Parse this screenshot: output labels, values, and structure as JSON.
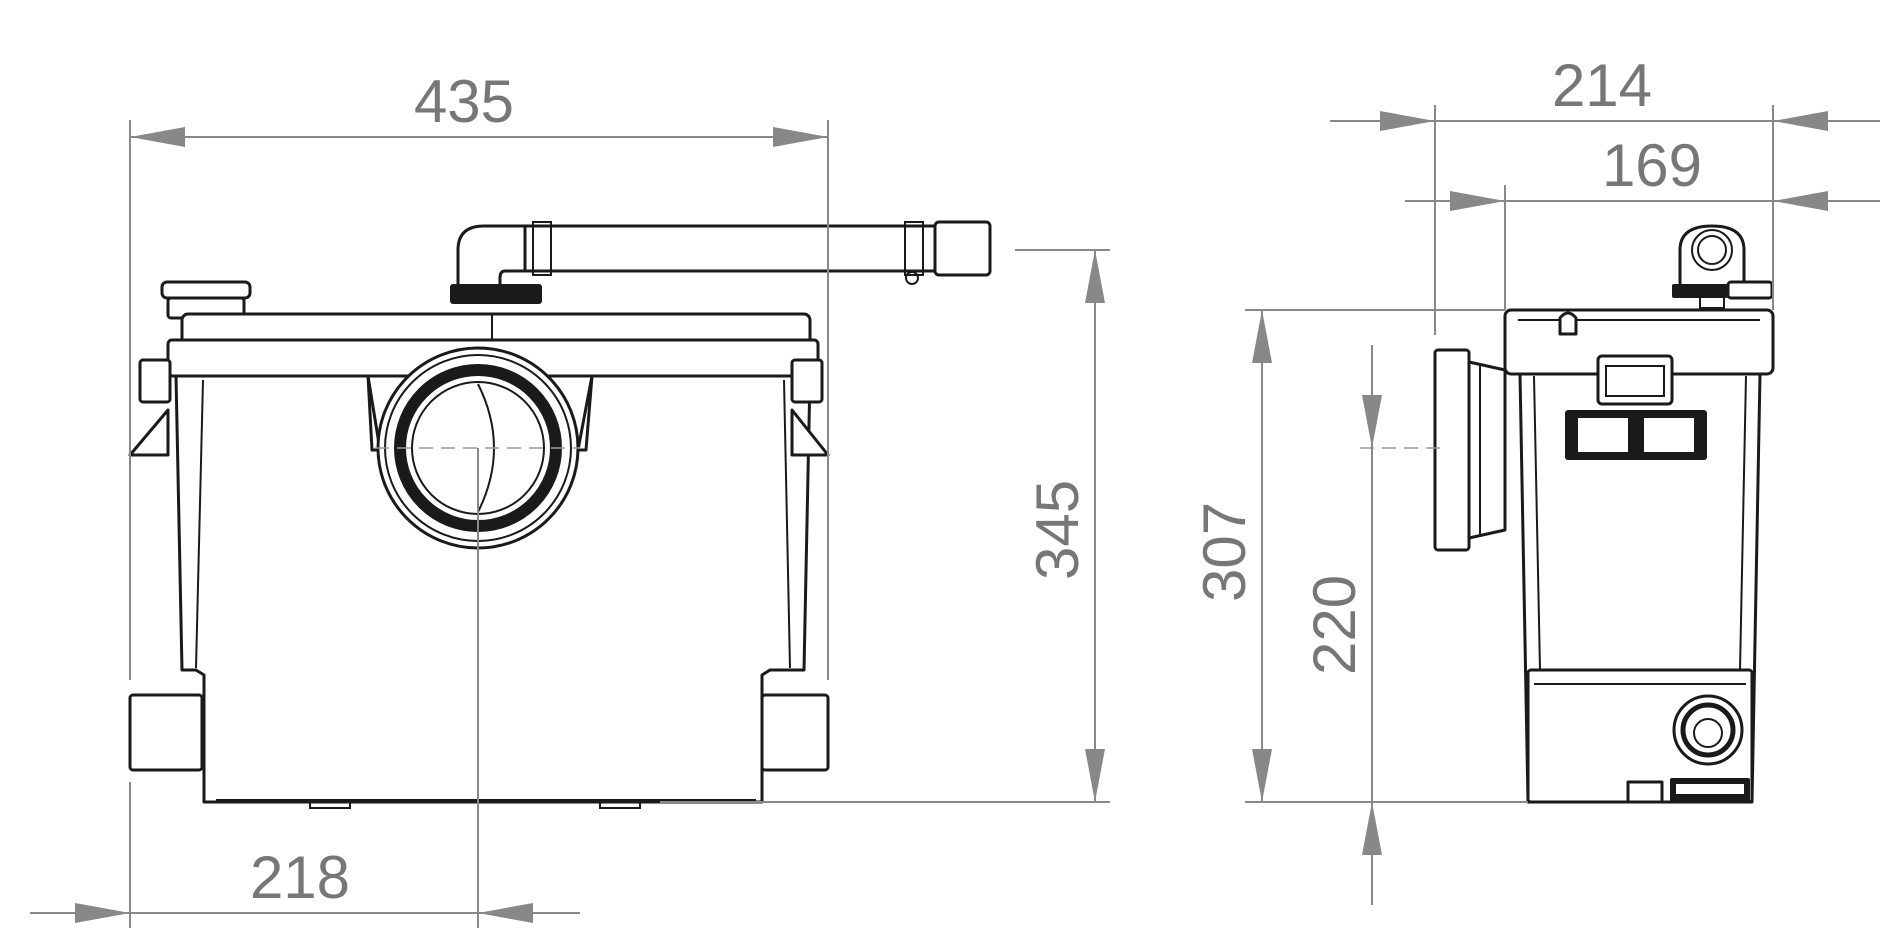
{
  "drawing": {
    "dimensions": {
      "front_width": "435",
      "front_height": "345",
      "front_inlet_offset": "218",
      "side_width": "214",
      "side_depth": "169",
      "side_height": "307",
      "side_inlet_height": "220"
    },
    "colors": {
      "outline": "#1a1a1a",
      "dimension_lines": "#888888",
      "dimension_text": "#777777",
      "background": "#ffffff"
    }
  }
}
